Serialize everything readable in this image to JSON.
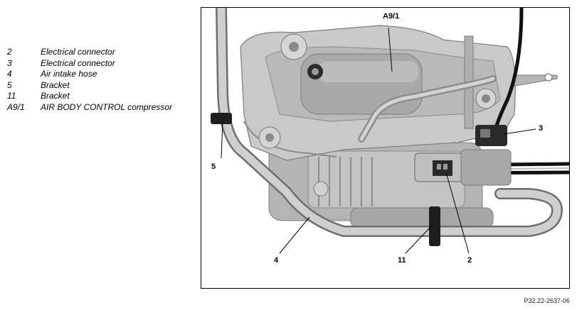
{
  "legend": [
    {
      "num": "2",
      "text": "Electrical connector"
    },
    {
      "num": "3",
      "text": "Electrical connector"
    },
    {
      "num": "4",
      "text": "Air intake hose"
    },
    {
      "num": "5",
      "text": "Bracket"
    },
    {
      "num": "11",
      "text": "Bracket"
    },
    {
      "num": "A9/1",
      "text": "AIR BODY CONTROL compressor"
    }
  ],
  "callouts": {
    "a9_1": "A9/1",
    "c3": "3",
    "c5": "5",
    "c4": "4",
    "c11": "11",
    "c2": "2"
  },
  "figure_id": "P32.22-2637-06"
}
